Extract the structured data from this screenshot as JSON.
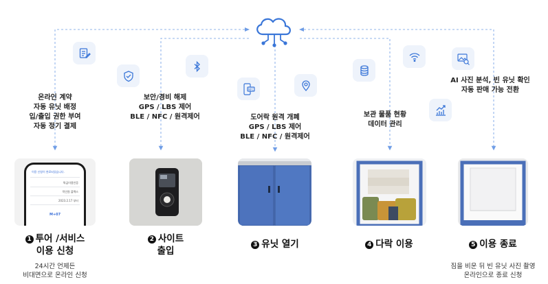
{
  "cloud": {
    "icon": "cloud-network-icon"
  },
  "features": {
    "f1": [
      "온라인 계약",
      "자동 유닛 배정",
      "입/출입 권한 부여",
      "자동 정기 결제"
    ],
    "f2": [
      "보안/경비 해제",
      "GPS / LBS 제어",
      "BLE / NFC / 원격제어"
    ],
    "f3": [
      "도어락 원격 개폐",
      "GPS / LBS 제어",
      "BLE / NFC / 원격제어"
    ],
    "f4": [
      "보관 물품 현황",
      "데이터 관리"
    ],
    "f5": [
      "AI 사진 분석, 빈 유닛 확인",
      "자동 판매 가능 전환"
    ]
  },
  "icons": [
    "document-edit-icon",
    "shield-check-icon",
    "bluetooth-icon",
    "nfc-phone-icon",
    "location-pin-icon",
    "database-icon",
    "wifi-icon",
    "growth-chart-icon",
    "image-search-icon"
  ],
  "phone": {
    "header": "이용 신청이 완료되었습니다.",
    "rows": [
      {
        "label": "",
        "value": "특급이용인증"
      },
      {
        "label": "",
        "value": "락인원 플렉스"
      },
      {
        "label": "",
        "value": "2023.2.17 부터"
      }
    ],
    "code": "M+07"
  },
  "steps": [
    {
      "num": "1",
      "title_line1": "투어 /서비스",
      "title_line2": "이용 신청",
      "desc": [
        "24시간 언제든",
        "비대면으로 온라인 신청"
      ]
    },
    {
      "num": "2",
      "title_line1": "사이트",
      "title_line2": "출입",
      "desc": []
    },
    {
      "num": "3",
      "title_line1": "유닛 열기",
      "title_line2": "",
      "desc": []
    },
    {
      "num": "4",
      "title_line1": "다락 이용",
      "title_line2": "",
      "desc": []
    },
    {
      "num": "5",
      "title_line1": "이용 종료",
      "title_line2": "",
      "desc": [
        "짐을 비운 뒤 빈 유닛 사진 촬영",
        "온라인으로 종료 신청"
      ]
    }
  ],
  "colors": {
    "accent": "#3a76d8",
    "tile": "#eef3fb",
    "dash": "#8fb3ea"
  }
}
